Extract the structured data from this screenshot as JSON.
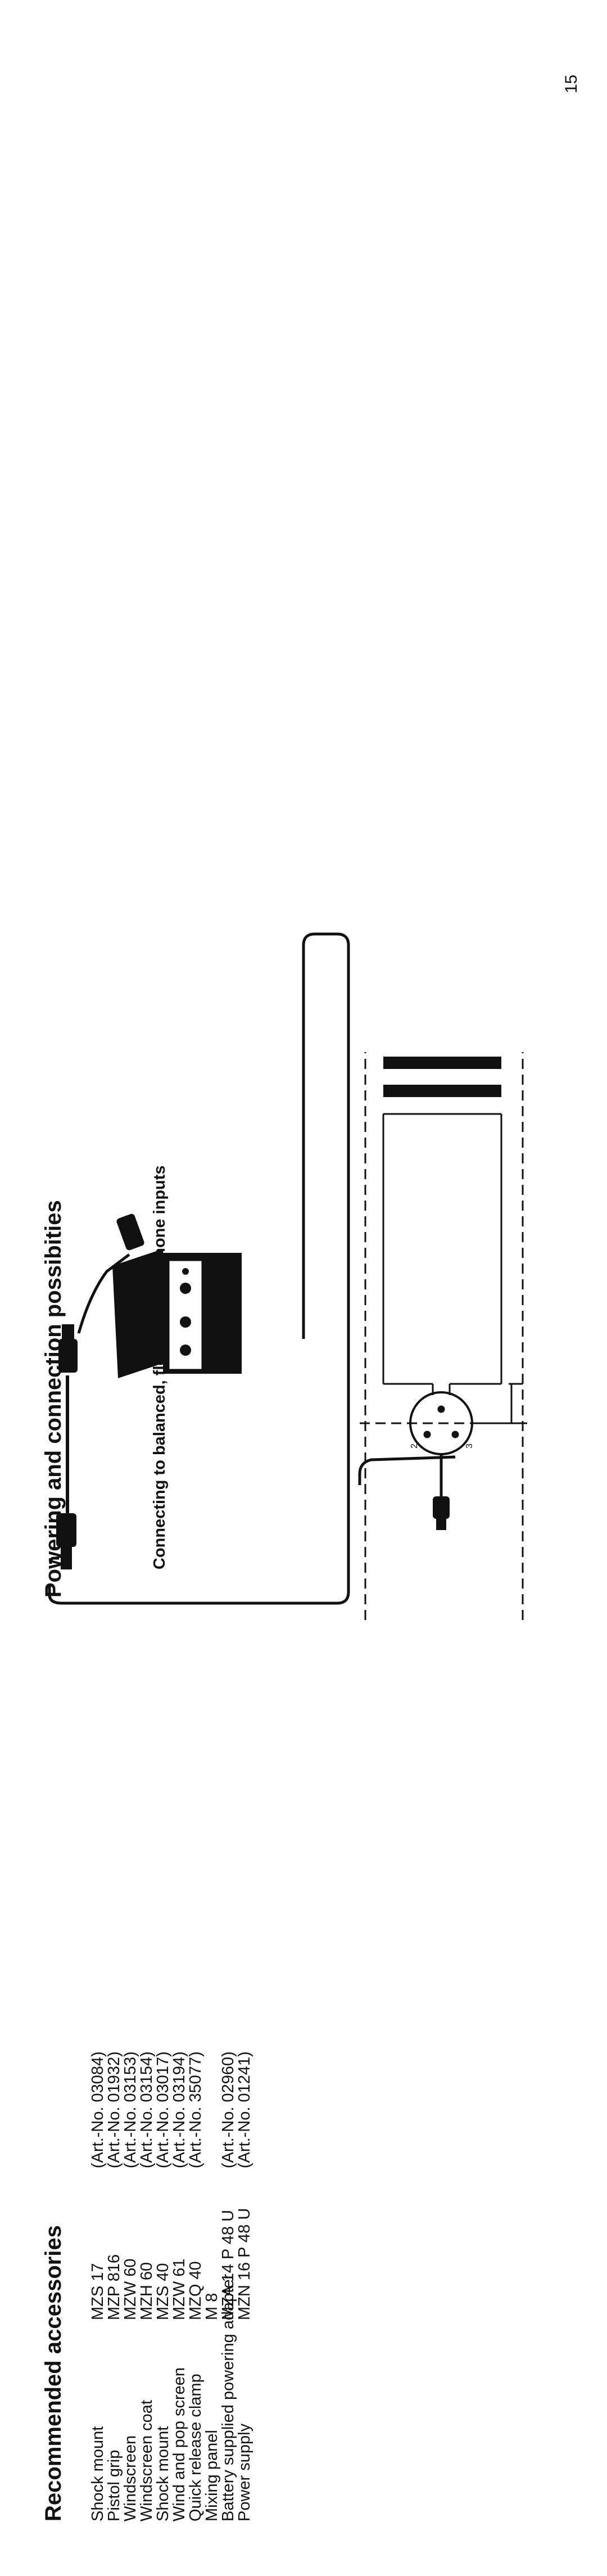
{
  "page": {
    "number": "15"
  },
  "accessories": {
    "title": "Recommended accessories",
    "items": [
      {
        "name": "Shock mount",
        "model": "MZS 17",
        "art": "(Art.-No. 03084)"
      },
      {
        "name": "Pistol grip",
        "model": "MZP 816",
        "art": "(Art.-No. 01932)"
      },
      {
        "name": "Windscreen",
        "model": "MZW 60",
        "art": "(Art.-No. 03153)"
      },
      {
        "name": "Windscreen coat",
        "model": "MZH 60",
        "art": "(Art.-No. 03154)"
      },
      {
        "name": "Shock mount",
        "model": "MZS 40",
        "art": "(Art.-No. 03017)"
      },
      {
        "name": "Wind and pop screen",
        "model": "MZW 61",
        "art": "(Art.-No. 03194)"
      },
      {
        "name": "Quick release clamp",
        "model": "MZQ 40",
        "art": "(Art.-No. 35077)"
      },
      {
        "name": "Mixing panel",
        "model": "M 8",
        "art": ""
      },
      {
        "name": "Battery supplied powering adapter",
        "model": "MZA 14 P 48 U",
        "art": "(Art.-No. 02960)"
      },
      {
        "name": "Power supply",
        "model": "MZN 16 P 48 U",
        "art": "(Art.-No. 01241)"
      }
    ]
  },
  "powering": {
    "title": "Powering and connection possibities",
    "subtitle": "Connecting to balanced, floating microphone inputs",
    "diagram_labels": {
      "pin2": "2",
      "pin3": "3"
    }
  }
}
